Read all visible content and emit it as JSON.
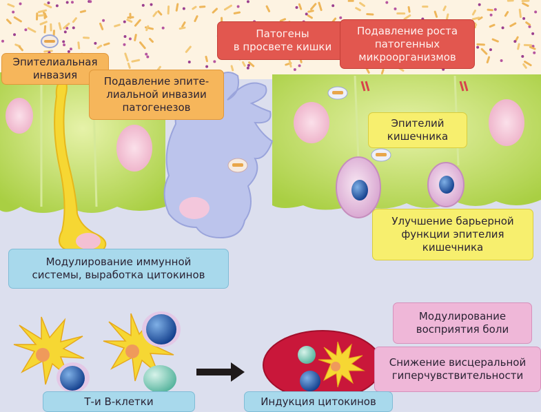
{
  "labels": {
    "epithelial_invasion": "Эпителиальная\nинвазия",
    "suppress_invasion": "Подавление эпите-\nлиальной инвазии\nпатогенезов",
    "pathogens_lumen": "Патогены\nв просвете кишки",
    "suppress_growth": "Подавление роста\nпатогенных\nмикроорганизмов",
    "intestinal_epithelium": "Эпителий\nкишечника",
    "barrier_improvement": "Улучшение барьерной\nфункции эпителия\nкишечника",
    "immune_modulation": "Модулирование иммунной\nсистемы, выработка цитокинов",
    "pain_modulation": "Модулирование\nвосприятия боли",
    "visceral_reduction": "Снижение висцеральной\nгиперчувствительности",
    "t_b_cells": "Т-и В-клетки",
    "cytokine_induction": "Индукция цитокинов"
  },
  "colors": {
    "epithelium": "#b7d957",
    "lumen_background": "#fdf3e2",
    "tissue_background": "#dcdfee",
    "arrow": "#1f1a1a"
  }
}
